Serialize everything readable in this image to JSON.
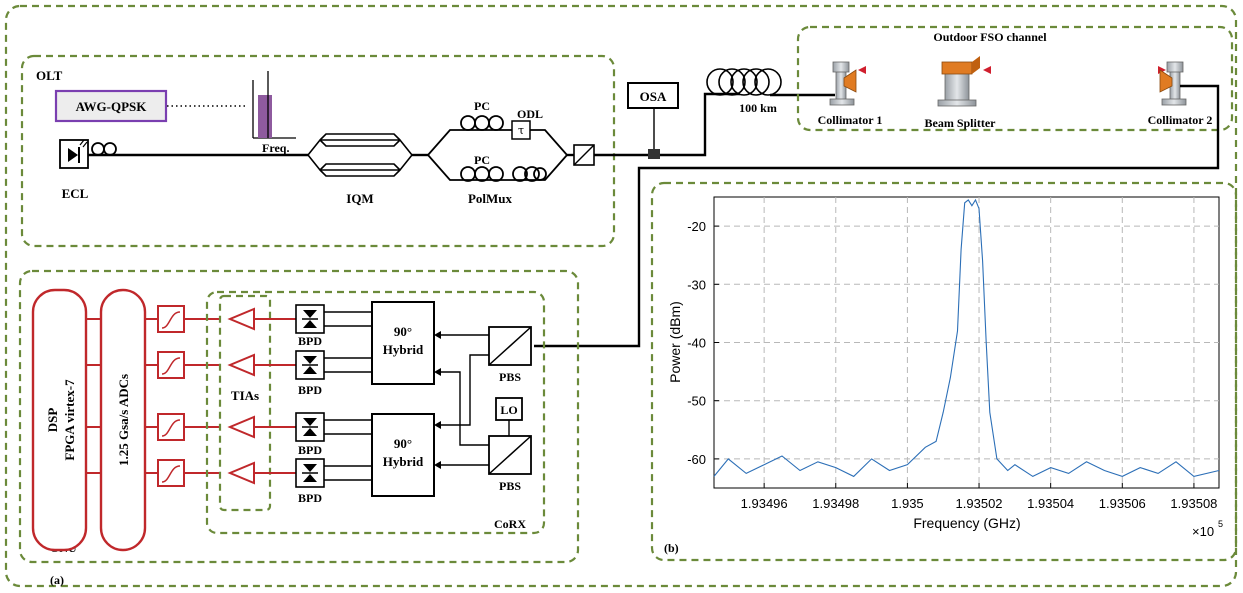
{
  "figure_label_a": "(a)",
  "figure_label_b": "(b)",
  "olt": {
    "title": "OLT",
    "awg_label": "AWG-QPSK",
    "freq_label": "Freq.",
    "ecl_label": "ECL",
    "iqm_label": "IQM",
    "pc_top_label": "PC",
    "pc_bottom_label": "PC",
    "odl_label": "ODL",
    "tau_symbol": "τ",
    "polmux_label": "PolMux"
  },
  "link": {
    "osa_label": "OSA",
    "fiber_label": "100 km"
  },
  "fso": {
    "title": "Outdoor FSO channel",
    "collimator1": "Collimator 1",
    "beam_splitter": "Beam Splitter",
    "collimator2": "Collimator 2"
  },
  "onu": {
    "title": "ONU",
    "dsp_line1": "DSP",
    "dsp_line2": "FPGA virtex-7",
    "adc_label": "1.25 Gsa/s ADCs",
    "tia_label": "TIAs",
    "bpd_labels": [
      "BPD",
      "BPD",
      "BPD",
      "BPD"
    ],
    "hybrid_top_line1": "90°",
    "hybrid_top_line2": "Hybrid",
    "hybrid_bottom_line1": "90°",
    "hybrid_bottom_line2": "Hybrid",
    "pbs_top": "PBS",
    "pbs_bottom": "PBS",
    "lo_label": "LO",
    "corx_label": "CoRX"
  },
  "colors": {
    "dashed_frame": "#6b8a3a",
    "onu_red": "#c0282b",
    "awg_border": "#7a3fb0",
    "spectrum_bar": "#8e5a9e",
    "trace": "#2c6fb7",
    "collimator_orange": "#e07b22"
  },
  "chart_data": {
    "type": "line",
    "title": "",
    "xlabel": "Frequency (GHz)",
    "ylabel": "Power (dBm)",
    "x_multiplier_label": "×10",
    "x_multiplier_exp": "5",
    "xlim": [
      1.934946,
      1.935087
    ],
    "ylim": [
      -65,
      -15
    ],
    "x_ticks": [
      1.93496,
      1.93498,
      1.935,
      1.93502,
      1.93504,
      1.93506,
      1.93508
    ],
    "x_tick_labels": [
      "1.93496",
      "1.93498",
      "1.935",
      "1.93502",
      "1.93504",
      "1.93506",
      "1.93508"
    ],
    "y_ticks": [
      -60,
      -50,
      -40,
      -30,
      -20
    ],
    "y_tick_labels": [
      "-60",
      "-50",
      "-40",
      "-30",
      "-20"
    ],
    "grid": true,
    "series": [
      {
        "x": [
          1.934946,
          1.93495,
          1.934955,
          1.93496,
          1.934965,
          1.93497,
          1.934975,
          1.93498,
          1.934985,
          1.93499,
          1.934995,
          1.935,
          1.935005,
          1.935008,
          1.93501,
          1.935012,
          1.935014,
          1.935015,
          1.935016,
          1.935017,
          1.935018,
          1.935019,
          1.93502,
          1.935021,
          1.935022,
          1.935023,
          1.935025,
          1.935028,
          1.93503,
          1.935035,
          1.93504,
          1.935045,
          1.93505,
          1.935055,
          1.93506,
          1.935065,
          1.93507,
          1.935075,
          1.93508,
          1.935087
        ],
        "values": [
          -63,
          -60,
          -62.5,
          -61,
          -59.5,
          -62,
          -60.5,
          -61.5,
          -63,
          -60,
          -62,
          -61,
          -58,
          -57,
          -52,
          -46,
          -38,
          -24,
          -16,
          -15.5,
          -16.5,
          -15.5,
          -17,
          -26,
          -40,
          -52,
          -60,
          -62,
          -61,
          -63,
          -61.5,
          -62.5,
          -60.5,
          -62,
          -63,
          -61.5,
          -62.5,
          -60.5,
          -63,
          -62
        ]
      }
    ]
  }
}
